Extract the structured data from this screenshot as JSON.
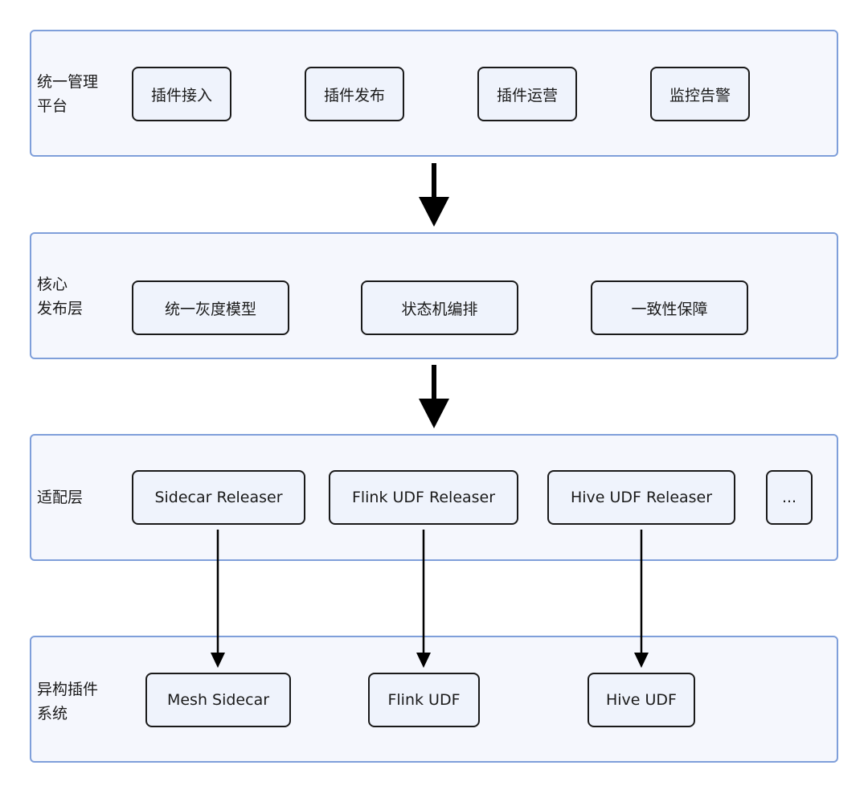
{
  "colors": {
    "layer_fill": "#f5f7fd",
    "layer_border": "#7f9fda",
    "box_fill": "#eff3fc",
    "box_border": "#1a1a1a",
    "arrow": "#000000"
  },
  "layers": [
    {
      "label_lines": [
        "统一管理",
        "平台"
      ],
      "boxes": [
        "插件接入",
        "插件发布",
        "插件运营",
        "监控告警"
      ]
    },
    {
      "label_lines": [
        "核心",
        "发布层"
      ],
      "boxes": [
        "统一灰度模型",
        "状态机编排",
        "一致性保障"
      ]
    },
    {
      "label_lines": [
        "适配层"
      ],
      "boxes": [
        "Sidecar Releaser",
        "Flink UDF Releaser",
        "Hive UDF Releaser",
        "..."
      ]
    },
    {
      "label_lines": [
        "异构插件",
        "系统"
      ],
      "boxes": [
        "Mesh Sidecar",
        "Flink UDF",
        "Hive UDF"
      ]
    }
  ]
}
